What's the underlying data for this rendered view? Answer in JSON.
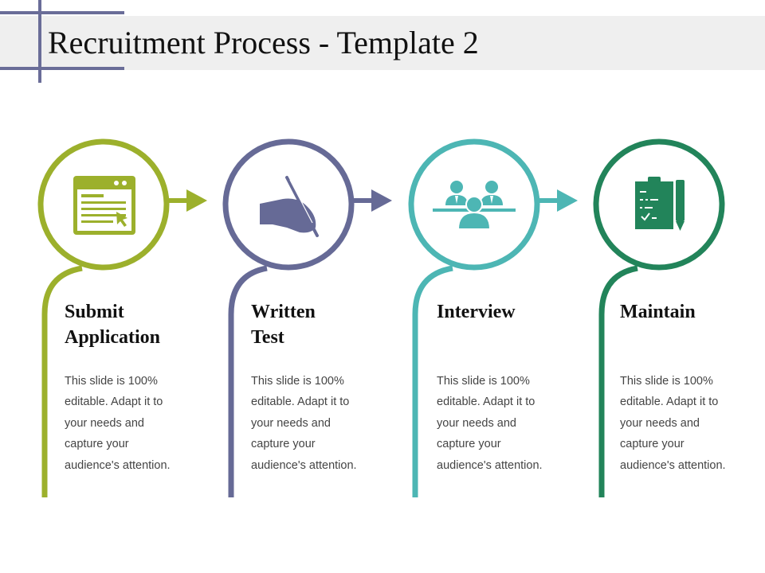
{
  "title": "Recruitment Process - Template 2",
  "steps": [
    {
      "title_line1": "Submit",
      "title_line2": "Application",
      "description": "This slide is 100% editable. Adapt it to your needs and capture your audience's attention.",
      "icon": "application-form-icon",
      "color": "#9cb02c"
    },
    {
      "title_line1": "Written",
      "title_line2": "Test",
      "description": "This slide is 100% editable. Adapt it to your needs and capture your audience's attention.",
      "icon": "writing-hand-icon",
      "color": "#666a96"
    },
    {
      "title_line1": "Interview",
      "title_line2": "",
      "description": "This slide is 100% editable. Adapt it to your needs and capture your audience's attention.",
      "icon": "interview-panel-icon",
      "color": "#4db6b4"
    },
    {
      "title_line1": "Maintain",
      "title_line2": "",
      "description": "This slide is 100% editable. Adapt it to your needs and capture your audience's attention.",
      "icon": "clipboard-checklist-icon",
      "color": "#22845a"
    }
  ]
}
